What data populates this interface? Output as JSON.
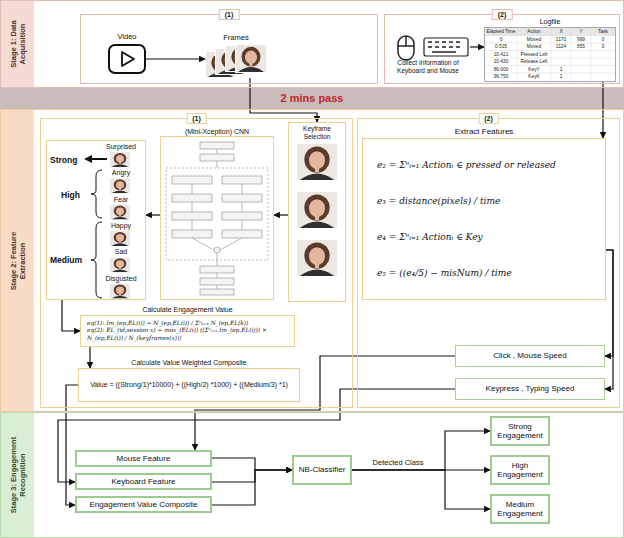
{
  "diagram": {
    "nodes": [
      {
        "text": [
          "Stage 1: Data Acquisition"
        ]
      },
      {
        "text": [
          "(1)"
        ],
        "in": 0
      },
      {
        "text": [
          "Video"
        ],
        "in": 1
      },
      {
        "text": [
          "Frames"
        ],
        "in": 1
      },
      {
        "text": [
          "(2)"
        ],
        "in": 0
      },
      {
        "text": [
          "Collect Information of Keyboard and Mouse"
        ],
        "in": 4
      },
      {
        "text": [
          "Logfile"
        ],
        "in": 4
      },
      {
        "text": [
          "2 mins pass"
        ]
      },
      {
        "text": [
          "Stage 2: Feature Extraction"
        ]
      },
      {
        "text": [
          "(1)"
        ],
        "in": 8
      },
      {
        "text": [
          "Strong",
          "High",
          "Medium",
          "Surprised",
          "Angry",
          "Fear",
          "Happy",
          "Sad",
          "Disgusted"
        ],
        "in": 9
      },
      {
        "text": [
          "(Mini-Xception) CNN"
        ],
        "in": 9
      },
      {
        "text": [
          "Keyframe Selection"
        ],
        "in": 9
      },
      {
        "text": [
          "Calculate Engagement Value",
          "eq(1): Im_(ep,EL(i)) = N_(ep,EL(i)) / Σⁿₖ₌₁ N_(ep,EL(k))",
          "eq(2): EL_(id,session x) = max_(EL(i)) ((Σᵏᵢ₌₁ Im_(ep,EL(i))) × N_(ep,EL(i)) / N_(keyframes(x)))"
        ],
        "in": 9
      },
      {
        "text": [
          "Calculate Value Weighted Composite",
          "Value = ((Strong/1)*10000) + ((High/2) *1000) + ((Medium/3) *1)"
        ],
        "in": 9
      },
      {
        "text": [
          "(2)"
        ],
        "in": 8
      },
      {
        "text": [
          "Extract Features",
          "e₂ = Σⁿᵢ₌₁ Actionᵢ ∈ pressed or released",
          "e₃ = distance(pixels) / time",
          "e₄ = Σⁿᵢ₌₁ Actionᵢ ∈ Key",
          "e₅ = ((e₄/5) − misNum) / time"
        ],
        "in": 15
      },
      {
        "text": [
          "Click , Mouse Speed"
        ],
        "in": 15
      },
      {
        "text": [
          "Keypress , Typing Speed"
        ],
        "in": 15
      },
      {
        "text": [
          "Stage 3: Engagement Recognition"
        ]
      },
      {
        "text": [
          "Mouse Feature"
        ],
        "in": 19
      },
      {
        "text": [
          "Keyboard Feature"
        ],
        "in": 19
      },
      {
        "text": [
          "Engagement Value Composite"
        ],
        "in": 19
      },
      {
        "text": [
          "NB-Classifier"
        ],
        "in": 19
      },
      {
        "text": [
          "Strong Engagement"
        ],
        "in": 19
      },
      {
        "text": [
          "High Engagement"
        ],
        "in": 19
      },
      {
        "text": [
          "Medium Engagement"
        ],
        "in": 19
      }
    ],
    "edges": [
      {
        "from": 2,
        "to": 3,
        "arrow": "to"
      },
      {
        "from": 5,
        "to": 6,
        "arrow": "to"
      },
      {
        "from": 3,
        "to": 12,
        "arrow": "to"
      },
      {
        "from": 6,
        "to": 16,
        "arrow": "to"
      },
      {
        "from": 12,
        "to": 11,
        "arrow": "to"
      },
      {
        "from": 11,
        "to": 10,
        "arrow": "to"
      },
      {
        "from": 10,
        "to": 13,
        "arrow": "to"
      },
      {
        "from": 13,
        "to": 14,
        "arrow": "to"
      },
      {
        "from": 16,
        "to": 17,
        "arrow": "to"
      },
      {
        "from": 16,
        "to": 18,
        "arrow": "to"
      },
      {
        "from": 17,
        "to": 20,
        "arrow": "to"
      },
      {
        "from": 18,
        "to": 21,
        "arrow": "to"
      },
      {
        "from": 14,
        "to": 22,
        "arrow": "to"
      },
      {
        "from": 20,
        "to": 23,
        "arrow": "to"
      },
      {
        "from": 21,
        "to": 23,
        "arrow": "to"
      },
      {
        "from": 22,
        "to": 23,
        "arrow": "to"
      },
      {
        "from": 23,
        "to": 24,
        "arrow": "to"
      },
      {
        "from": 23,
        "to": 25,
        "arrow": "to",
        "label": "Detected Class"
      },
      {
        "from": 23,
        "to": 26,
        "arrow": "to"
      }
    ],
    "labels": [
      "Elapsed Time",
      "Action",
      "X",
      "Y",
      "Task",
      "0",
      "Moved",
      "1170",
      "999",
      "0",
      "0.515",
      "Moved",
      "1124",
      "555",
      "0",
      "10.421",
      "Pressed Left",
      "10.430",
      "Release Left",
      "86.000",
      "KeyY",
      "1",
      "96.750",
      "KeyK",
      "1"
    ]
  }
}
